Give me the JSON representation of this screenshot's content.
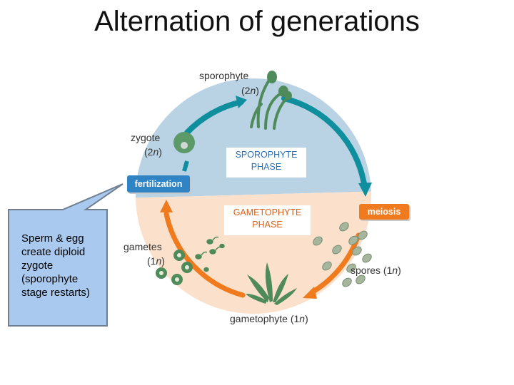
{
  "title": "Alternation of generations",
  "labels": {
    "sporophyte_name": "sporophyte",
    "sporophyte_ploidy_prefix": "(2",
    "sporophyte_ploidy_var": "n",
    "sporophyte_ploidy_suffix": ")",
    "zygote_name": "zygote",
    "zygote_ploidy_prefix": "(2",
    "zygote_ploidy_var": "n",
    "zygote_ploidy_suffix": ")",
    "gametes_name": "gametes",
    "gametes_ploidy_prefix": "(1",
    "gametes_ploidy_var": "n",
    "gametes_ploidy_suffix": ")",
    "spores_prefix": "spores (1",
    "spores_var": "n",
    "spores_suffix": ")",
    "gametophyte_prefix": "gametophyte (1",
    "gametophyte_var": "n",
    "gametophyte_suffix": ")"
  },
  "phases": {
    "sporophyte_line1": "SPOROPHYTE",
    "sporophyte_line2": "PHASE",
    "gametophyte_line1": "GAMETOPHYTE",
    "gametophyte_line2": "PHASE"
  },
  "events": {
    "fertilization": "fertilization",
    "meiosis": "meiosis"
  },
  "callout": {
    "text": "Sperm & egg create diploid zygote (sporophyte stage restarts)"
  },
  "colors": {
    "sporophyte_half": "#b9d3e4",
    "gametophyte_half": "#fbe1cb",
    "sporophyte_arrow": "#0f8f9d",
    "gametophyte_arrow": "#ef7b1e",
    "fertilization_tag": "#2f84c6",
    "meiosis_tag": "#ef7b1e",
    "phase_text_blue": "#2a6fb0",
    "phase_text_orange": "#d8621a",
    "plant_green": "#4e8a5a",
    "callout_fill": "#a9c9ee",
    "callout_border": "#6f7f90"
  }
}
